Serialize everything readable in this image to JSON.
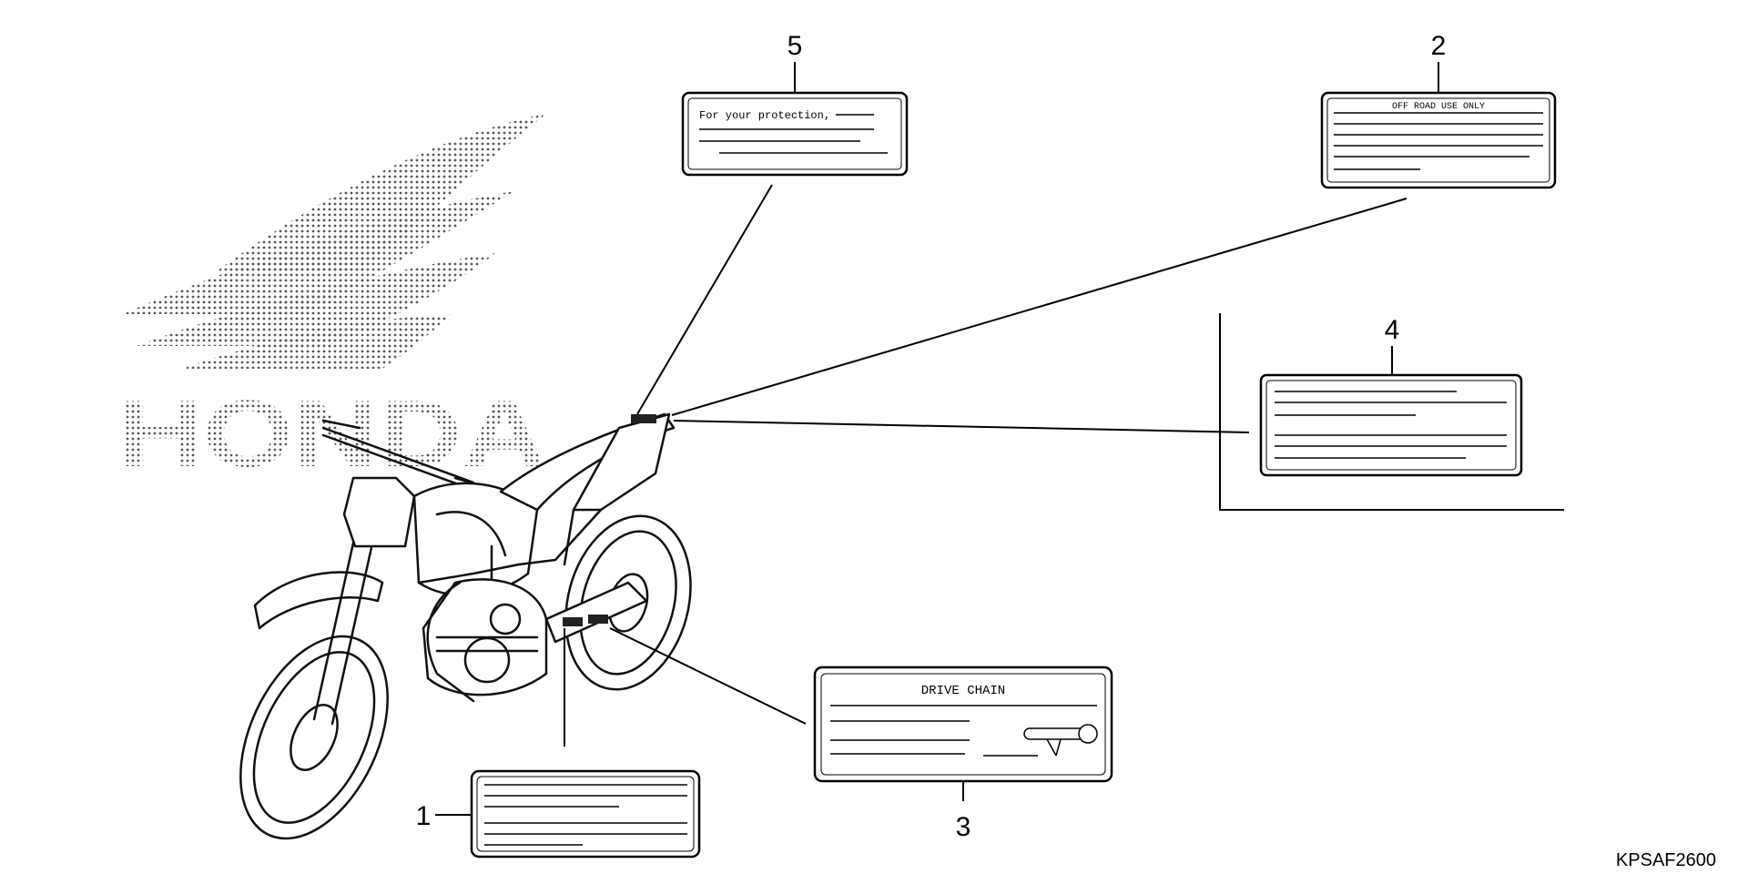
{
  "diagram": {
    "code": "KPSAF2600",
    "watermark": "HONDA",
    "callouts": [
      {
        "number": "1",
        "label_text": ""
      },
      {
        "number": "2",
        "label_text": "OFF ROAD USE ONLY"
      },
      {
        "number": "3",
        "label_text": "DRIVE CHAIN"
      },
      {
        "number": "4",
        "label_text": ""
      },
      {
        "number": "5",
        "label_text": "For your protection,"
      }
    ]
  }
}
